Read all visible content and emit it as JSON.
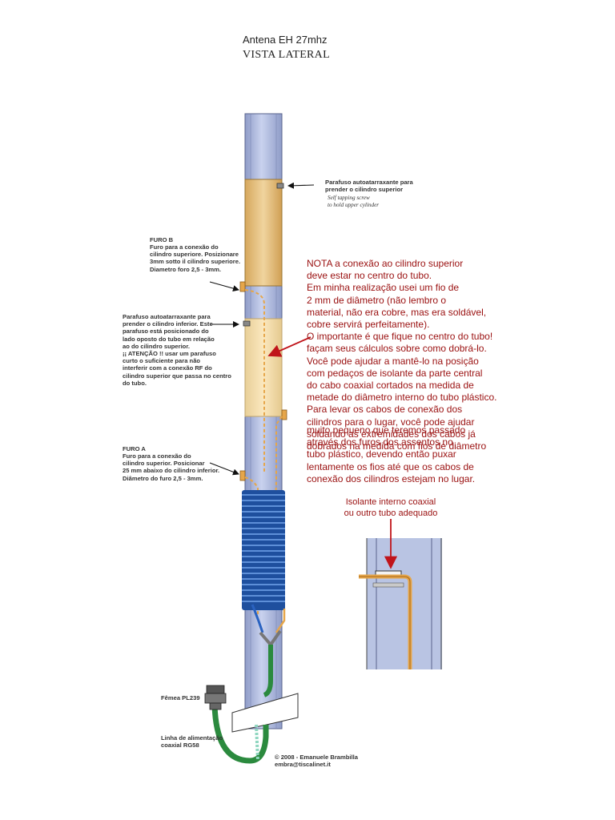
{
  "header": {
    "title": "Antena EH 27mhz",
    "subtitle": "VISTA LATERAL"
  },
  "labels": {
    "screw_upper_pt": "Parafuso autoatarraxante para\nprender o cilindro superior",
    "screw_upper_en": "Self tapping screw\nto hold upper cylinder",
    "furo_b_title": "FURO B",
    "furo_b_text": "Furo para a conexão do\ncilindro superiore. Posizionare\n3mm sotto il cilindro superiore.\nDiametro foro 2,5 - 3mm.",
    "screw_lower": "Parafuso autoatarraxante para\nprender o cilindro inferior. Este\nparafuso está posicionado do\nlado oposto do tubo em relação\nao do cilindro superior.\n¡¡ ATENÇÃO !! usar um parafuso\ncurto o suficiente para não\ninterferir com a conexão RF do\ncilindro superior que passa no centro\ndo tubo.",
    "furo_a_title": "FURO A",
    "furo_a_text": "Furo para a conexão do\ncilindro superior. Posicionar\n25 mm abaixo do cilindro inferior.\nDiâmetro do furo 2,5 - 3mm.",
    "connector": "Fêmea PL239",
    "feed_line": "Linha de alimentação\ncoaxial RG58",
    "credit": "© 2008 - Emanuele Brambilla\nembra@tiscalinet.it"
  },
  "note": {
    "block1": "NOTA a conexão ao cilindro superior\ndeve estar no centro do tubo.\nEm minha realização usei um fio de\n2 mm de diâmetro (não lembro o\nmaterial, não era cobre, mas era soldável,\ncobre servirá perfeitamente).\nO importante é que fique no centro do tubo!\nfaçam seus cálculos sobre como dobrá-lo.\nVocê pode ajudar a mantê-lo na posição\ncom pedaços de isolante da parte central\ndo cabo coaxial cortados na medida de\nmetade do diâmetro interno do tubo plástico.\nPara levar os cabos de conexão dos\ncilindros para o lugar, você pode ajudar\nsoldando as extremidades dos cabos já\ndobrados na medida com fios de diâmetro",
    "block2": "muito pequeno que teremos passado\natravés dos furos dos assentos no\ntubo plástico, devendo então puxar\nlentamente os fios até que os cabos de\nconexão dos cilindros estejam no lugar."
  },
  "detail": {
    "label": "Isolante interno coaxial\nou outro tubo adequado"
  },
  "colors": {
    "tube": "#b9c4e3",
    "cylinder": "#e8c98c",
    "wire": "#e6a64a",
    "coil": "#1e4f9e",
    "coax": "#2b8a3e",
    "note_red": "#9a1010"
  }
}
